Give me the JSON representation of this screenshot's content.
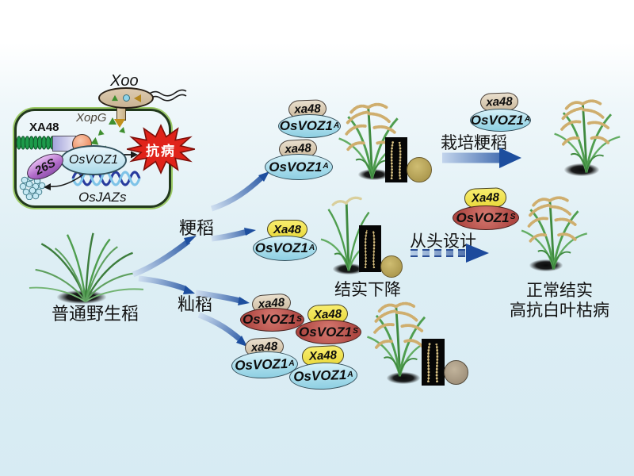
{
  "inset": {
    "pathogen": "Xoo",
    "effector": "XopG",
    "receptor": "XA48",
    "transcription_factor": "OsVOZ1",
    "proteasome": "26S",
    "targets": "OsJAZs",
    "outcome": "抗病"
  },
  "labels": {
    "wild_rice": "普通野生稻",
    "japonica": "粳稻",
    "indica": "籼稻",
    "cultivated_japonica": "栽培粳稻",
    "seed_setting_decline": "结实下降",
    "de_novo_design": "从头设计",
    "normal_seed_setting": "正常结实",
    "high_resistance": "高抗白叶枯病"
  },
  "gene_pairs": [
    {
      "id": "japonica-stack-1",
      "allele": {
        "label": "xa48",
        "variant": "tan"
      },
      "voz": {
        "base": "OsVOZ1",
        "sup": "A",
        "variant": "blue"
      }
    },
    {
      "id": "japonica-stack-2",
      "allele": {
        "label": "xa48",
        "variant": "tan"
      },
      "voz": {
        "base": "OsVOZ1",
        "sup": "A",
        "variant": "blue"
      }
    },
    {
      "id": "cultivated-japonica",
      "allele": {
        "label": "xa48",
        "variant": "tan"
      },
      "voz": {
        "base": "OsVOZ1",
        "sup": "A",
        "variant": "blue"
      }
    },
    {
      "id": "japonica-mid",
      "allele": {
        "label": "Xa48",
        "variant": "yellow"
      },
      "voz": {
        "base": "OsVOZ1",
        "sup": "A",
        "variant": "blue"
      }
    },
    {
      "id": "de-novo-design",
      "allele": {
        "label": "Xa48",
        "variant": "yellow"
      },
      "voz": {
        "base": "OsVOZ1",
        "sup": "S",
        "variant": "red"
      }
    },
    {
      "id": "indica-row1-left",
      "allele": {
        "label": "xa48",
        "variant": "tan"
      },
      "voz": {
        "base": "OsVOZ1",
        "sup": "S",
        "variant": "red"
      }
    },
    {
      "id": "indica-row1-right",
      "allele": {
        "label": "Xa48",
        "variant": "yellow"
      },
      "voz": {
        "base": "OsVOZ1",
        "sup": "S",
        "variant": "red"
      }
    },
    {
      "id": "indica-row2-left",
      "allele": {
        "label": "xa48",
        "variant": "tan"
      },
      "voz": {
        "base": "OsVOZ1",
        "sup": "A",
        "variant": "blue"
      }
    },
    {
      "id": "indica-row2-right",
      "allele": {
        "label": "Xa48",
        "variant": "yellow"
      },
      "voz": {
        "base": "OsVOZ1",
        "sup": "A",
        "variant": "blue"
      }
    }
  ],
  "colors": {
    "background_bottom": "#d7ebf3",
    "arrow_dark": "#1d4e9e",
    "arrow_light": "#c3d5ec",
    "starburst_red": "#e0231a",
    "pill_tan": "#d8c9b2",
    "pill_yellow": "#f2e44e",
    "pill_blue": "#aadcec",
    "pill_red": "#c25551",
    "cell_border_green": "#9ccb66"
  }
}
